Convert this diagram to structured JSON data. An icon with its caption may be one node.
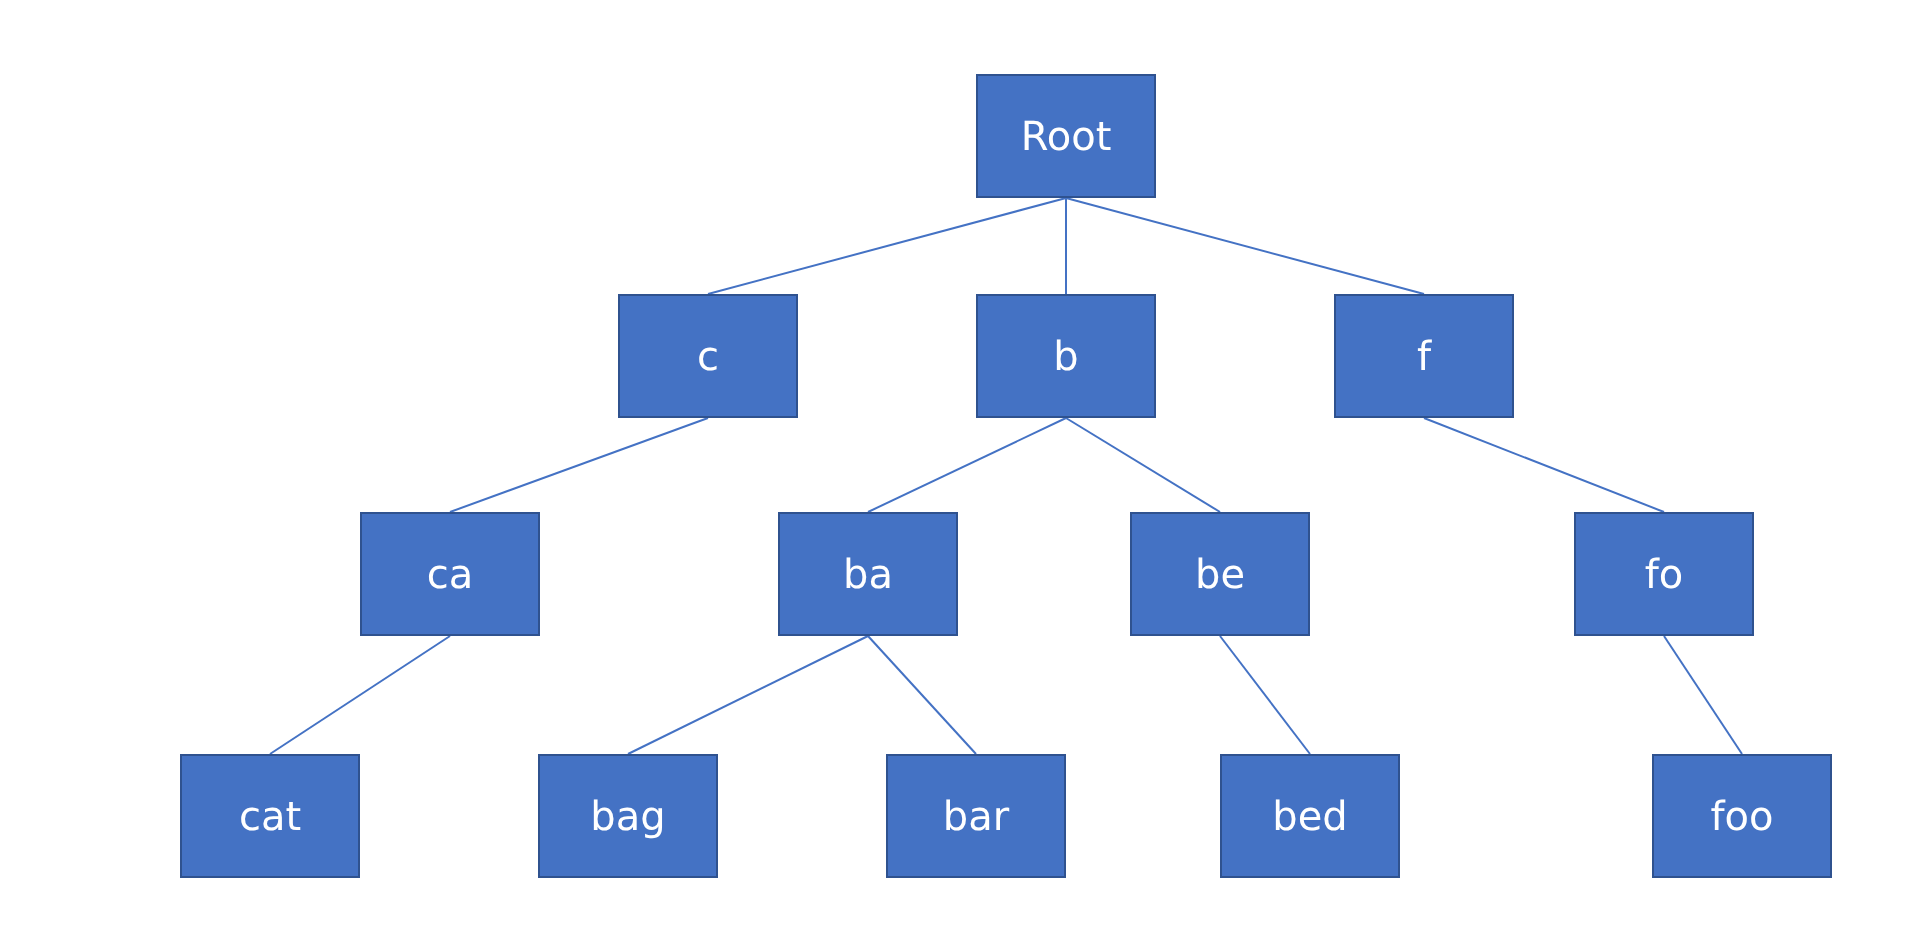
{
  "diagram": {
    "nodes": [
      {
        "text": [
          "Root"
        ]
      },
      {
        "text": [
          "c"
        ]
      },
      {
        "text": [
          "b"
        ]
      },
      {
        "text": [
          "f"
        ]
      },
      {
        "text": [
          "ca"
        ]
      },
      {
        "text": [
          "ba"
        ]
      },
      {
        "text": [
          "be"
        ]
      },
      {
        "text": [
          "fo"
        ]
      },
      {
        "text": [
          "cat"
        ]
      },
      {
        "text": [
          "bag"
        ]
      },
      {
        "text": [
          "bar"
        ]
      },
      {
        "text": [
          "bed"
        ]
      },
      {
        "text": [
          "foo"
        ]
      }
    ],
    "edges": [
      {
        "from": 0,
        "to": 1,
        "arrow": "none"
      },
      {
        "from": 0,
        "to": 2,
        "arrow": "none"
      },
      {
        "from": 0,
        "to": 3,
        "arrow": "none"
      },
      {
        "from": 1,
        "to": 4,
        "arrow": "none"
      },
      {
        "from": 2,
        "to": 5,
        "arrow": "none"
      },
      {
        "from": 2,
        "to": 6,
        "arrow": "none"
      },
      {
        "from": 3,
        "to": 7,
        "arrow": "none"
      },
      {
        "from": 4,
        "to": 8,
        "arrow": "none"
      },
      {
        "from": 5,
        "to": 9,
        "arrow": "none"
      },
      {
        "from": 5,
        "to": 10,
        "arrow": "none"
      },
      {
        "from": 6,
        "to": 11,
        "arrow": "none"
      },
      {
        "from": 7,
        "to": 12,
        "arrow": "none"
      }
    ]
  }
}
